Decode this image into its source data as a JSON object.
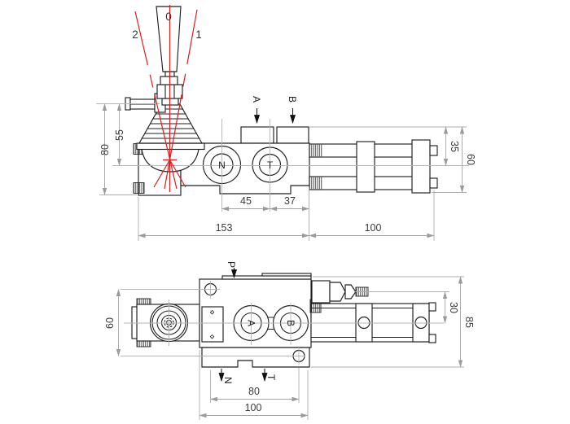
{
  "drawing_title": "hydraulic-monoblock-valve-dimension-drawing",
  "colors": {
    "background": "#ffffff",
    "outline": "#1f1f1f",
    "dimension_lines": "#a5a5a5",
    "lever_travel": "#e01b1b"
  },
  "front_view": {
    "lever": {
      "pos_neutral": "0",
      "pos_one": "1",
      "pos_two": "2"
    },
    "ports": {
      "a": "A",
      "b": "B",
      "n": "N",
      "t": "T"
    },
    "dims": {
      "h55": "55",
      "h80": "80",
      "w45": "45",
      "w37": "37",
      "w153": "153",
      "w100": "100",
      "h35": "35",
      "h60": "60"
    }
  },
  "top_view": {
    "ports": {
      "p": "P",
      "n": "N",
      "t": "T",
      "a": "A",
      "b": "B"
    },
    "dims": {
      "h60": "60",
      "h30": "30",
      "h85": "85",
      "w80": "80",
      "w100": "100"
    }
  }
}
